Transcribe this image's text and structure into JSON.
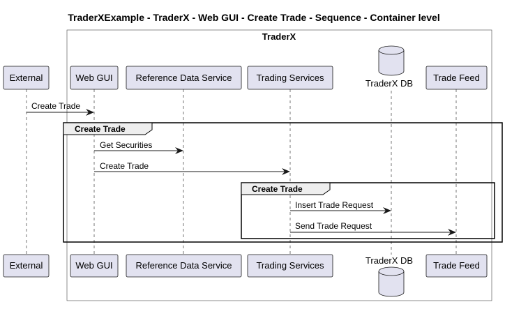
{
  "diagram": {
    "title": "TraderXExample - TraderX - Web GUI - Create Trade - Sequence - Container level",
    "boundary_label": "TraderX",
    "participants": [
      {
        "id": "external",
        "label": "External",
        "kind": "box"
      },
      {
        "id": "webgui",
        "label": "Web GUI",
        "kind": "box"
      },
      {
        "id": "refdata",
        "label": "Reference Data Service",
        "kind": "box"
      },
      {
        "id": "trading",
        "label": "Trading Services",
        "kind": "box"
      },
      {
        "id": "db",
        "label": "TraderX DB",
        "kind": "database"
      },
      {
        "id": "feed",
        "label": "Trade Feed",
        "kind": "box"
      }
    ],
    "messages": [
      {
        "from": "external",
        "to": "webgui",
        "label": "Create Trade"
      },
      {
        "from": "webgui",
        "to": "refdata",
        "label": "Get Securities"
      },
      {
        "from": "webgui",
        "to": "trading",
        "label": "Create Trade"
      },
      {
        "from": "trading",
        "to": "db",
        "label": "Insert Trade Request"
      },
      {
        "from": "trading",
        "to": "feed",
        "label": "Send Trade Request"
      }
    ],
    "groups": [
      {
        "label": "Create Trade"
      },
      {
        "label": "Create Trade"
      }
    ],
    "colors": {
      "participant_fill": "#e2e2f0",
      "line": "#181818"
    }
  }
}
